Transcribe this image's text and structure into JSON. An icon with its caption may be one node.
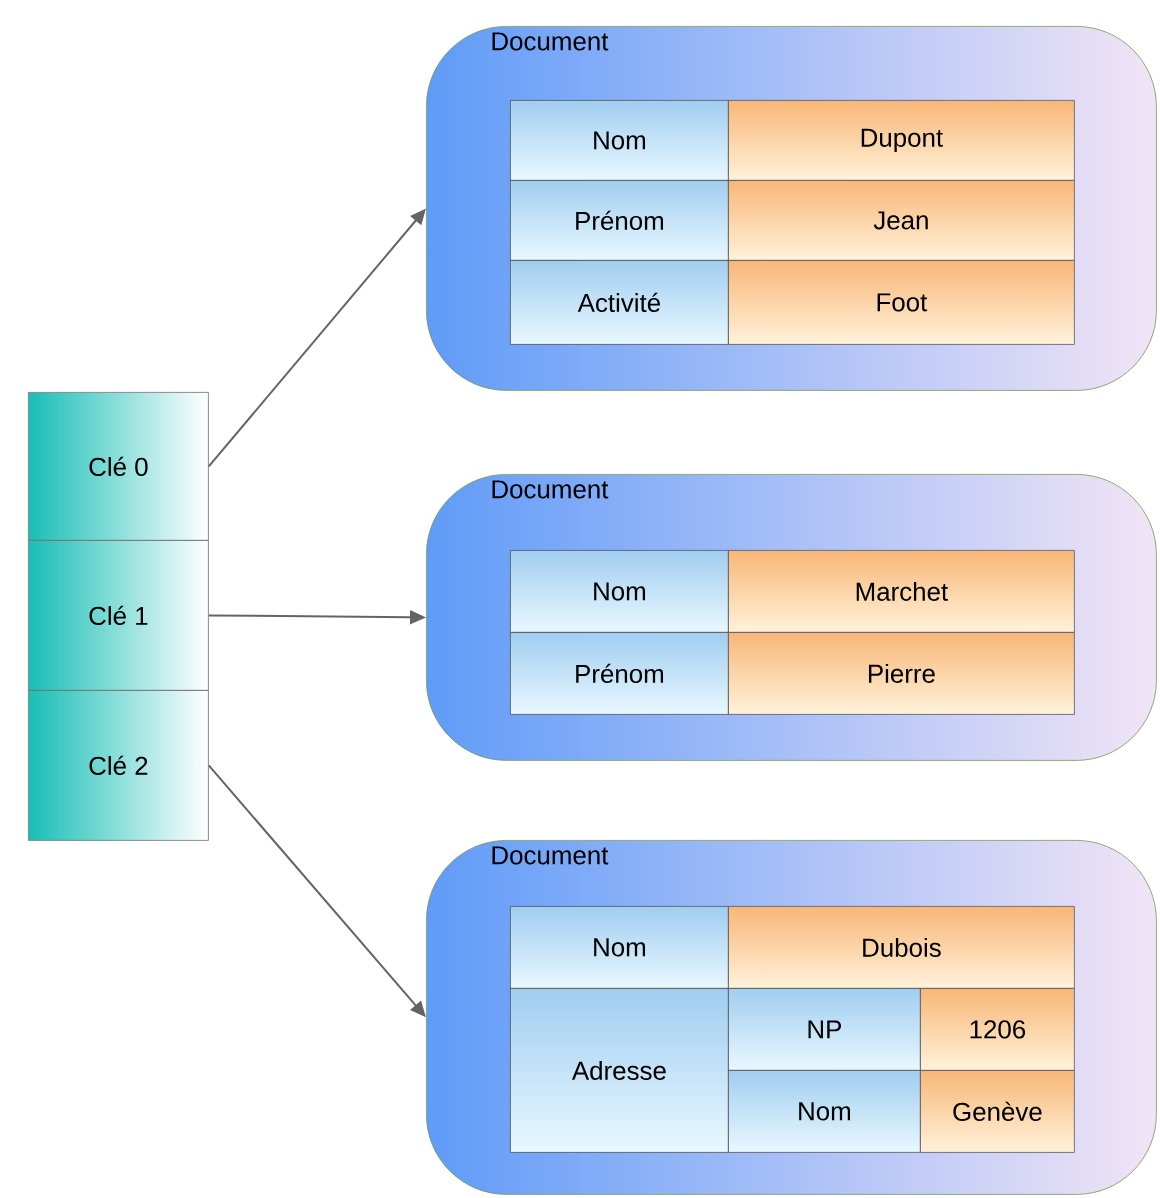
{
  "diagram": {
    "nodes": [
      {
        "text": [
          "Clé 0"
        ]
      },
      {
        "text": [
          "Clé 1"
        ]
      },
      {
        "text": [
          "Clé 2"
        ]
      },
      {
        "text": [
          "Document"
        ]
      },
      {
        "text": [
          "Nom"
        ],
        "in": 3
      },
      {
        "text": [
          "Dupont"
        ],
        "in": 3
      },
      {
        "text": [
          "Prénom"
        ],
        "in": 3
      },
      {
        "text": [
          "Jean"
        ],
        "in": 3
      },
      {
        "text": [
          "Activité"
        ],
        "in": 3
      },
      {
        "text": [
          "Foot"
        ],
        "in": 3
      },
      {
        "text": [
          "Document"
        ]
      },
      {
        "text": [
          "Nom"
        ],
        "in": 10
      },
      {
        "text": [
          "Marchet"
        ],
        "in": 10
      },
      {
        "text": [
          "Prénom"
        ],
        "in": 10
      },
      {
        "text": [
          "Pierre"
        ],
        "in": 10
      },
      {
        "text": [
          "Document"
        ]
      },
      {
        "text": [
          "Nom"
        ],
        "in": 15
      },
      {
        "text": [
          "Dubois"
        ],
        "in": 15
      },
      {
        "text": [
          "Adresse"
        ],
        "in": 15
      },
      {
        "text": [
          "NP"
        ],
        "in": 15
      },
      {
        "text": [
          "1206"
        ],
        "in": 15
      },
      {
        "text": [
          "Nom"
        ],
        "in": 15
      },
      {
        "text": [
          "Genève"
        ],
        "in": 15
      }
    ],
    "edges": [
      {
        "from": 0,
        "to": 3,
        "arrow": "to"
      },
      {
        "from": 1,
        "to": 10,
        "arrow": "to"
      },
      {
        "from": 2,
        "to": 15,
        "arrow": "to"
      }
    ]
  }
}
